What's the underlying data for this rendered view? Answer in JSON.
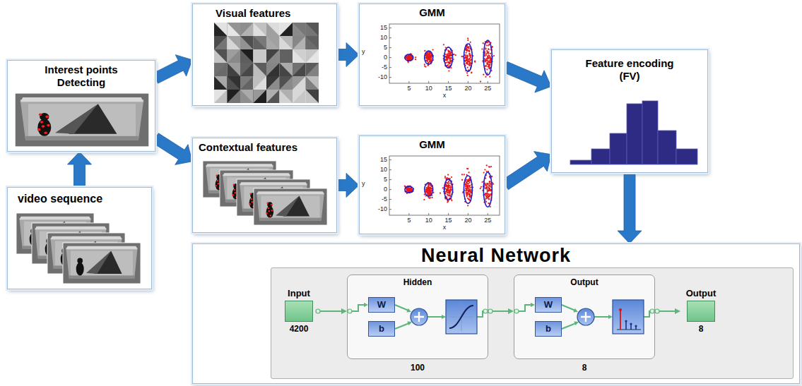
{
  "diagram": {
    "nodes": [
      {
        "text": [
          "Interest points Detecting"
        ]
      },
      {
        "text": [
          "video sequence"
        ]
      },
      {
        "text": [
          "Visual features"
        ]
      },
      {
        "text": [
          "Contextual features"
        ]
      },
      {
        "text": [
          "GMM"
        ]
      },
      {
        "text": [
          "GMM"
        ]
      },
      {
        "text": [
          "Feature encoding (FV)"
        ]
      },
      {
        "text": [
          "Neural Network"
        ]
      },
      {
        "text": [
          "Input",
          "4200"
        ],
        "in": 7
      },
      {
        "text": [
          "Hidden",
          "100"
        ],
        "in": 7
      },
      {
        "text": [
          "W"
        ],
        "in": 9
      },
      {
        "text": [
          "b"
        ],
        "in": 9
      },
      {
        "text": [
          "Output",
          "8"
        ],
        "in": 7
      },
      {
        "text": [
          "W"
        ],
        "in": 12
      },
      {
        "text": [
          "b"
        ],
        "in": 12
      },
      {
        "text": [
          "Output",
          "8"
        ],
        "in": 7
      }
    ],
    "edges": [
      {
        "from": 1,
        "to": 0,
        "arrow": "to"
      },
      {
        "from": 0,
        "to": 2,
        "arrow": "to"
      },
      {
        "from": 0,
        "to": 3,
        "arrow": "to"
      },
      {
        "from": 2,
        "to": 4,
        "arrow": "to"
      },
      {
        "from": 3,
        "to": 5,
        "arrow": "to"
      },
      {
        "from": 4,
        "to": 6,
        "arrow": "to"
      },
      {
        "from": 5,
        "to": 6,
        "arrow": "to"
      },
      {
        "from": 6,
        "to": 7,
        "arrow": "to"
      },
      {
        "from": 8,
        "to": 9,
        "arrow": "to"
      },
      {
        "from": 9,
        "to": 12,
        "arrow": "to"
      },
      {
        "from": 12,
        "to": 15,
        "arrow": "to"
      }
    ],
    "labels": [
      "15",
      "10",
      "5",
      "0",
      "-5",
      "-10",
      "y",
      "5",
      "10",
      "15",
      "20",
      "25",
      "x",
      "15",
      "10",
      "5",
      "0",
      "-5",
      "-10",
      "y",
      "5",
      "10",
      "15",
      "20",
      "25",
      "x"
    ]
  }
}
